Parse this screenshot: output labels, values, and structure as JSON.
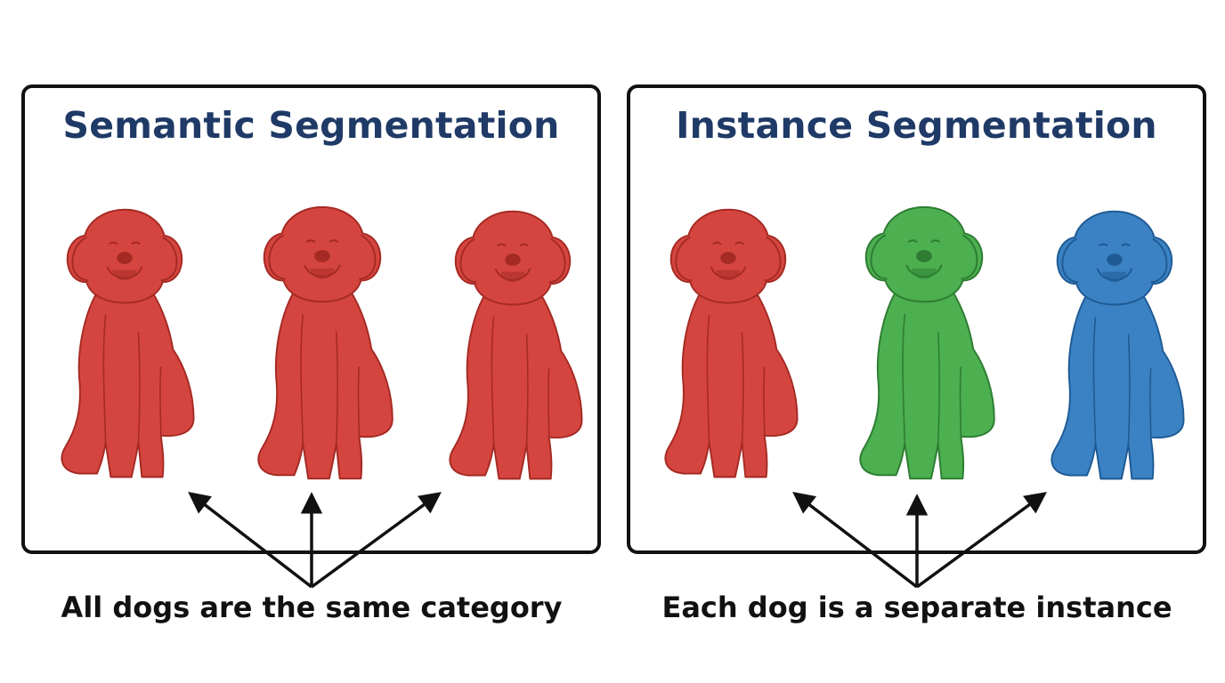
{
  "panels": [
    {
      "title": "Semantic Segmentation",
      "caption": "All dogs are the same category",
      "dogs": [
        {
          "color": "#d5453f",
          "label": "dog"
        },
        {
          "color": "#d5453f",
          "label": "dog"
        },
        {
          "color": "#d5453f",
          "label": "dog"
        }
      ]
    },
    {
      "title": "Instance Segmentation",
      "caption": "Each dog is a separate instance",
      "dogs": [
        {
          "color": "#d5453f",
          "label": "dog"
        },
        {
          "color": "#4caf50",
          "label": "dog"
        },
        {
          "color": "#3b82c4",
          "label": "dog"
        }
      ]
    }
  ],
  "colors": {
    "title": "#1f3a66",
    "outline_red": "#a52a24",
    "outline_green": "#2e7d32",
    "outline_blue": "#1f5a94",
    "border": "#111111"
  }
}
